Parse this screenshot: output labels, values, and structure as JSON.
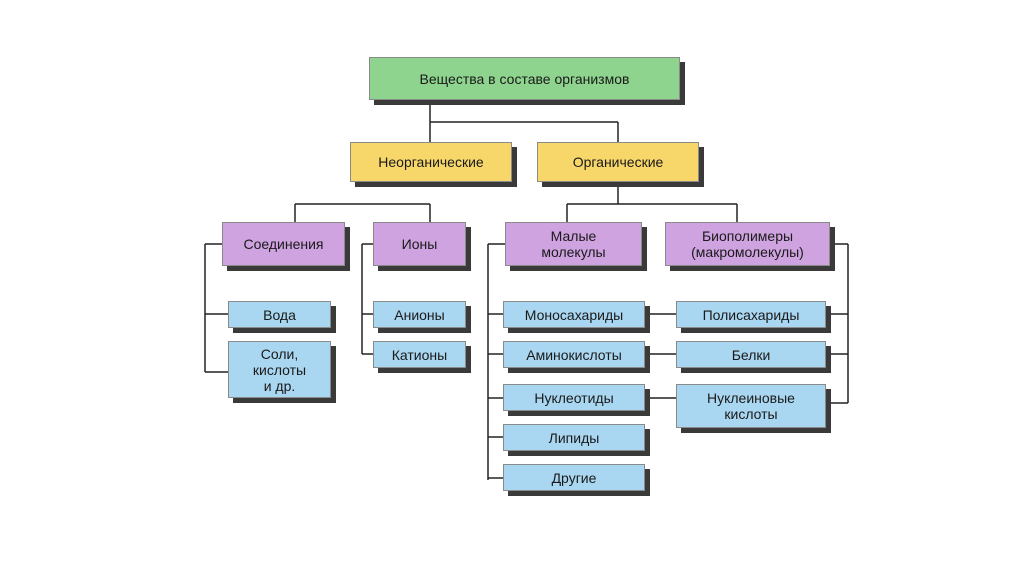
{
  "root": {
    "label": "Вещества в составе организмов"
  },
  "inorganic": {
    "label": "Неорганические",
    "compounds": {
      "label": "Соединения",
      "items": [
        "Вода",
        "Соли,\nкислоты\nи др."
      ]
    },
    "ions": {
      "label": "Ионы",
      "items": [
        "Анионы",
        "Катионы"
      ]
    }
  },
  "organic": {
    "label": "Органические",
    "small": {
      "label": "Малые\nмолекулы",
      "items": [
        "Моносахариды",
        "Аминокислоты",
        "Нуклеотиды",
        "Липиды",
        "Другие"
      ]
    },
    "biopolymers": {
      "label": "Биополимеры\n(макромолекулы)",
      "items": [
        "Полисахариды",
        "Белки",
        "Нуклеиновые\nкислоты"
      ]
    }
  },
  "colors": {
    "root": "#8ed48e",
    "category": "#f7d66a",
    "subcategory": "#cfa3e0",
    "leaf": "#a9d6f0",
    "connector": "#222222",
    "shadow": "#3a3a3a"
  }
}
